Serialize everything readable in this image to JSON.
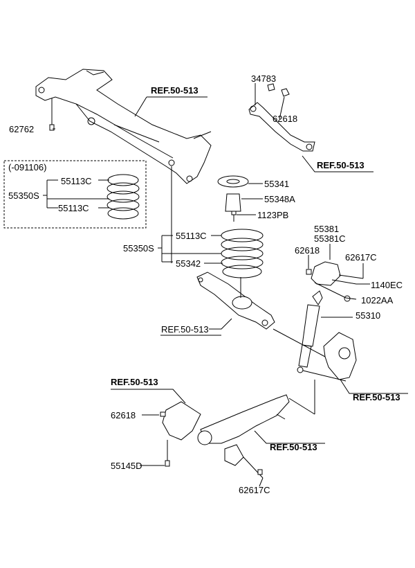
{
  "labels": {
    "p34783": "34783",
    "p62618_top": "62618",
    "ref_crossmember": "REF.50-513",
    "p62762": "62762",
    "ref_upper_arm": "REF.50-513",
    "inset_date": "(-091106)",
    "inset_55113c_a": "55113C",
    "inset_55350s": "55350S",
    "inset_55113c_b": "55113C",
    "p55341": "55341",
    "p55348a": "55348A",
    "p1123pb": "1123PB",
    "p55381": "55381",
    "p55381c": "55381C",
    "p55113c": "55113C",
    "p55350s": "55350S",
    "p62618_mid": "62618",
    "p62617c_mid": "62617C",
    "p55342": "55342",
    "p1140ec": "1140EC",
    "p1022aa": "1022AA",
    "p55310": "55310",
    "ref_lower_arm": "REF.50-513",
    "ref_bracket": "REF.50-513",
    "ref_knuckle": "REF.50-513",
    "p62618_low": "62618",
    "ref_trailing_arm": "REF.50-513",
    "p55145d": "55145D",
    "p62617c_low": "62617C"
  }
}
